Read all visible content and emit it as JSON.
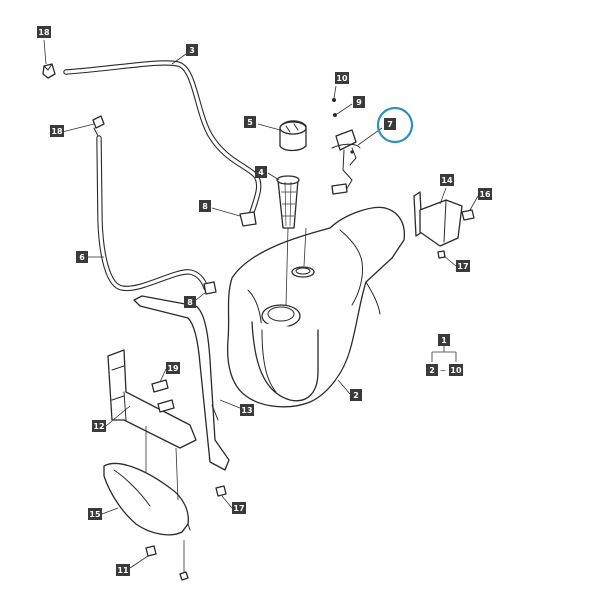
{
  "diagram": {
    "callouts": [
      {
        "id": "c18a",
        "label": "18"
      },
      {
        "id": "c3",
        "label": "3"
      },
      {
        "id": "c18b",
        "label": "18"
      },
      {
        "id": "c10a",
        "label": "10"
      },
      {
        "id": "c9",
        "label": "9"
      },
      {
        "id": "c7",
        "label": "7"
      },
      {
        "id": "c5",
        "label": "5"
      },
      {
        "id": "c4",
        "label": "4"
      },
      {
        "id": "c8a",
        "label": "8"
      },
      {
        "id": "c14",
        "label": "14"
      },
      {
        "id": "c16",
        "label": "16"
      },
      {
        "id": "c6",
        "label": "6"
      },
      {
        "id": "c17a",
        "label": "17"
      },
      {
        "id": "c8b",
        "label": "8"
      },
      {
        "id": "c1",
        "label": "1"
      },
      {
        "id": "c2a",
        "label": "2"
      },
      {
        "id": "c10b",
        "label": "10"
      },
      {
        "id": "c19",
        "label": "19"
      },
      {
        "id": "c2b",
        "label": "2"
      },
      {
        "id": "c13",
        "label": "13"
      },
      {
        "id": "c12",
        "label": "12"
      },
      {
        "id": "c15",
        "label": "15"
      },
      {
        "id": "c17b",
        "label": "17"
      },
      {
        "id": "c11",
        "label": "11"
      }
    ],
    "highlighted_part": "7",
    "highlight_color": "#2e8fc4",
    "callout_color": "#3a3a3a",
    "line_color": "#2a2a2a"
  }
}
